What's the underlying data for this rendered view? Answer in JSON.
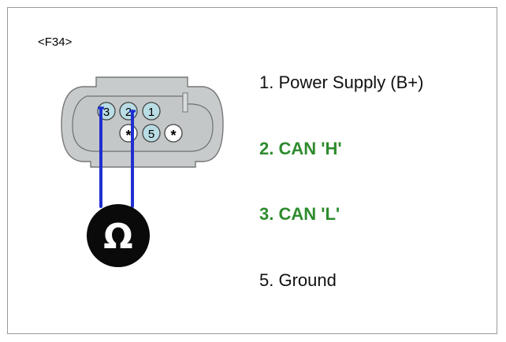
{
  "connector_id": "<F34>",
  "pins": [
    {
      "num": "3",
      "filled": true
    },
    {
      "num": "2",
      "filled": true
    },
    {
      "num": "1",
      "filled": true
    },
    {
      "num": "*",
      "filled": false
    },
    {
      "num": "5",
      "filled": true
    },
    {
      "num": "*",
      "filled": false
    }
  ],
  "meter_symbol": "Ω",
  "legend": [
    {
      "text": "1. Power Supply (B+)",
      "highlight": false
    },
    {
      "text": "2. CAN 'H'",
      "highlight": true
    },
    {
      "text": "3. CAN 'L'",
      "highlight": true
    },
    {
      "text": "5. Ground",
      "highlight": false
    }
  ],
  "colors": {
    "wire": "#1f2fd0",
    "pin_fill": "#b9dde4",
    "connector_fill": "#c7cbcc",
    "highlight_text": "#2e8b2e",
    "meter_fill": "#0a0a0a"
  }
}
